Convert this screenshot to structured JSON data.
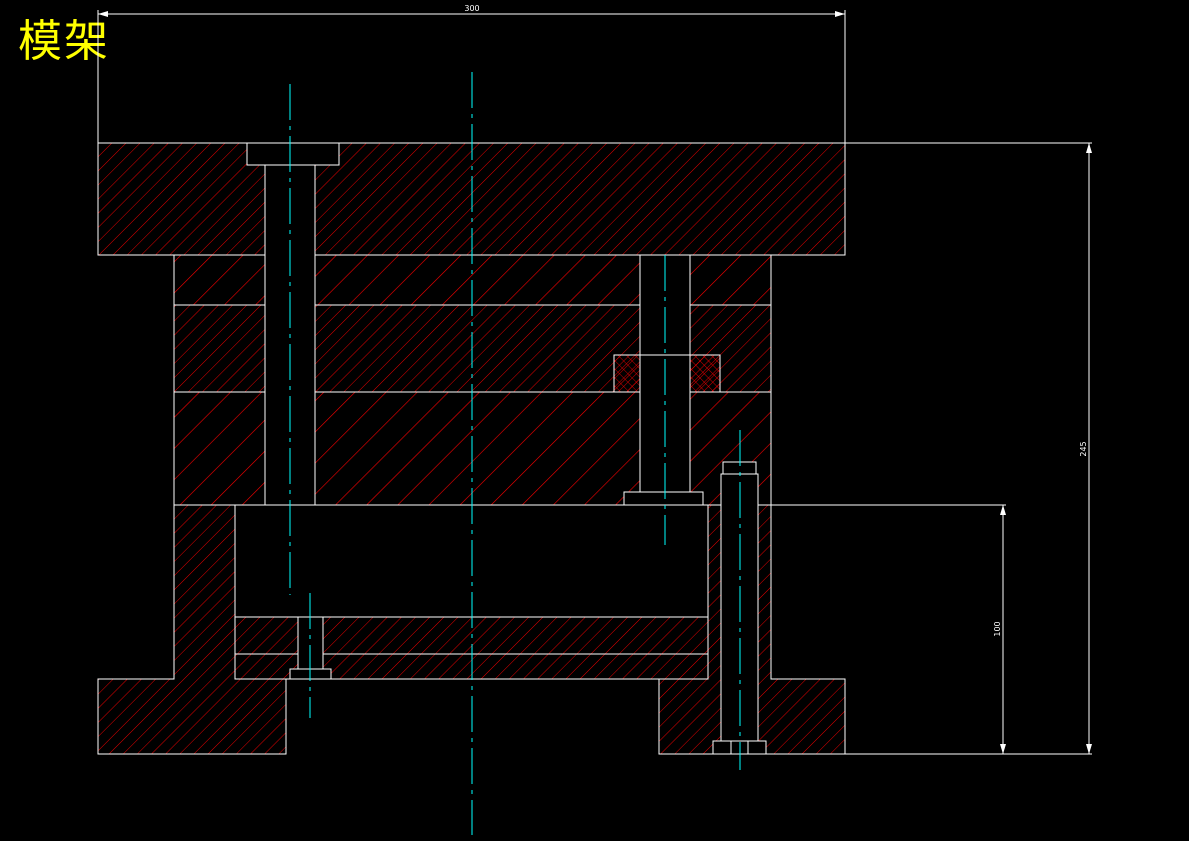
{
  "title": "模架",
  "dimensions": {
    "width_top": "300",
    "height_right": "245",
    "height_inner": "100"
  },
  "colors": {
    "background": "#000000",
    "outline": "#ffffff",
    "hatch": "#ff0000",
    "centerline": "#00ffff",
    "title": "#ffff00"
  }
}
